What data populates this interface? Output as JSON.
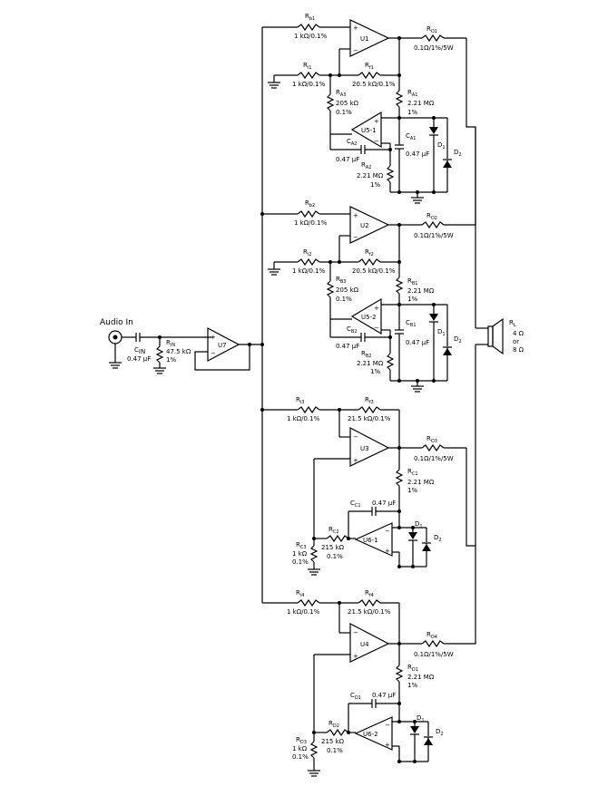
{
  "input": {
    "title": "Audio In"
  },
  "opamps": {
    "u1": "U1",
    "u2": "U2",
    "u3": "U3",
    "u4": "U4",
    "u5_1": "U5-1",
    "u5_2": "U5-2",
    "u6_1": "U6-1",
    "u6_2": "U6-2",
    "u7": "U7"
  },
  "components": {
    "cin": {
      "name": "C",
      "sub": "IN",
      "value": "0.47 µF"
    },
    "rin": {
      "name": "R",
      "sub": "IN",
      "value": "47.5 kΩ",
      "tol": "1%"
    },
    "rb1": {
      "name": "R",
      "sub": "b1",
      "value": "1 kΩ/0.1%"
    },
    "ri1": {
      "name": "R",
      "sub": "i1",
      "value": "1 kΩ/0.1%"
    },
    "rf1": {
      "name": "R",
      "sub": "f1",
      "value": "20.5 kΩ/0.1%"
    },
    "ro1": {
      "name": "R",
      "sub": "O1",
      "value": "0.1Ω/1%/5W"
    },
    "ra3": {
      "name": "R",
      "sub": "A3",
      "value": "205 kΩ",
      "tol": "0.1%"
    },
    "ra1": {
      "name": "R",
      "sub": "A1",
      "value": "2.21 MΩ",
      "tol": "1%"
    },
    "ca1": {
      "name": "C",
      "sub": "A1",
      "value": "0.47 µF"
    },
    "ca2": {
      "name": "C",
      "sub": "A2",
      "value": "0.47 µF"
    },
    "ra2": {
      "name": "R",
      "sub": "A2",
      "value": "2.21 MΩ",
      "tol": "1%"
    },
    "rb2": {
      "name": "R",
      "sub": "b2",
      "value": "1 kΩ/0.1%"
    },
    "ri2": {
      "name": "R",
      "sub": "i2",
      "value": "1 kΩ/0.1%"
    },
    "rf2": {
      "name": "R",
      "sub": "f2",
      "value": "20.5 kΩ/0.1%"
    },
    "ro2": {
      "name": "R",
      "sub": "O2",
      "value": "0.1Ω/1%/5W"
    },
    "rb3": {
      "name": "R",
      "sub": "B3",
      "value": "205 kΩ",
      "tol": "0.1%"
    },
    "rb1b": {
      "name": "R",
      "sub": "B1",
      "value": "2.21 MΩ",
      "tol": "1%"
    },
    "cb1": {
      "name": "C",
      "sub": "B1",
      "value": "0.47 µF"
    },
    "cb2": {
      "name": "C",
      "sub": "B2",
      "value": "0.47 µF"
    },
    "rb2b": {
      "name": "R",
      "sub": "B2",
      "value": "2.21 MΩ",
      "tol": "1%"
    },
    "ri3": {
      "name": "R",
      "sub": "i3",
      "value": "1 kΩ/0.1%"
    },
    "rf3": {
      "name": "R",
      "sub": "f3",
      "value": "21.5 kΩ/0.1%"
    },
    "ro3": {
      "name": "R",
      "sub": "O3",
      "value": "0.1Ω/1%/5W"
    },
    "rc1": {
      "name": "R",
      "sub": "C1",
      "value": "2.21 MΩ",
      "tol": "1%"
    },
    "cc1": {
      "name": "C",
      "sub": "C1",
      "value": "0.47 µF"
    },
    "rc2": {
      "name": "R",
      "sub": "C2",
      "value": "215 kΩ",
      "tol": "0.1%"
    },
    "rc3": {
      "name": "R",
      "sub": "C3",
      "value": "1 kΩ",
      "tol": "0.1%"
    },
    "ri4": {
      "name": "R",
      "sub": "i4",
      "value": "1 kΩ/0.1%"
    },
    "rf4": {
      "name": "R",
      "sub": "f4",
      "value": "21.5 kΩ/0.1%"
    },
    "ro4": {
      "name": "R",
      "sub": "O4",
      "value": "0.1Ω/1%/5W"
    },
    "rd1": {
      "name": "R",
      "sub": "D1",
      "value": "2.21 MΩ",
      "tol": "1%"
    },
    "cd1": {
      "name": "C",
      "sub": "D1",
      "value": "0.47 µF"
    },
    "rd2": {
      "name": "R",
      "sub": "D2",
      "value": "215 kΩ",
      "tol": "0.1%"
    },
    "rd3": {
      "name": "R",
      "sub": "D3",
      "value": "1 kΩ",
      "tol": "0.1%"
    },
    "rl": {
      "name": "R",
      "sub": "L",
      "value": "4 Ω",
      "or": "or",
      "alt": "8 Ω"
    }
  },
  "diodes": {
    "d1": "D",
    "d1_sub": "1",
    "d2": "D",
    "d2_sub": "2"
  }
}
